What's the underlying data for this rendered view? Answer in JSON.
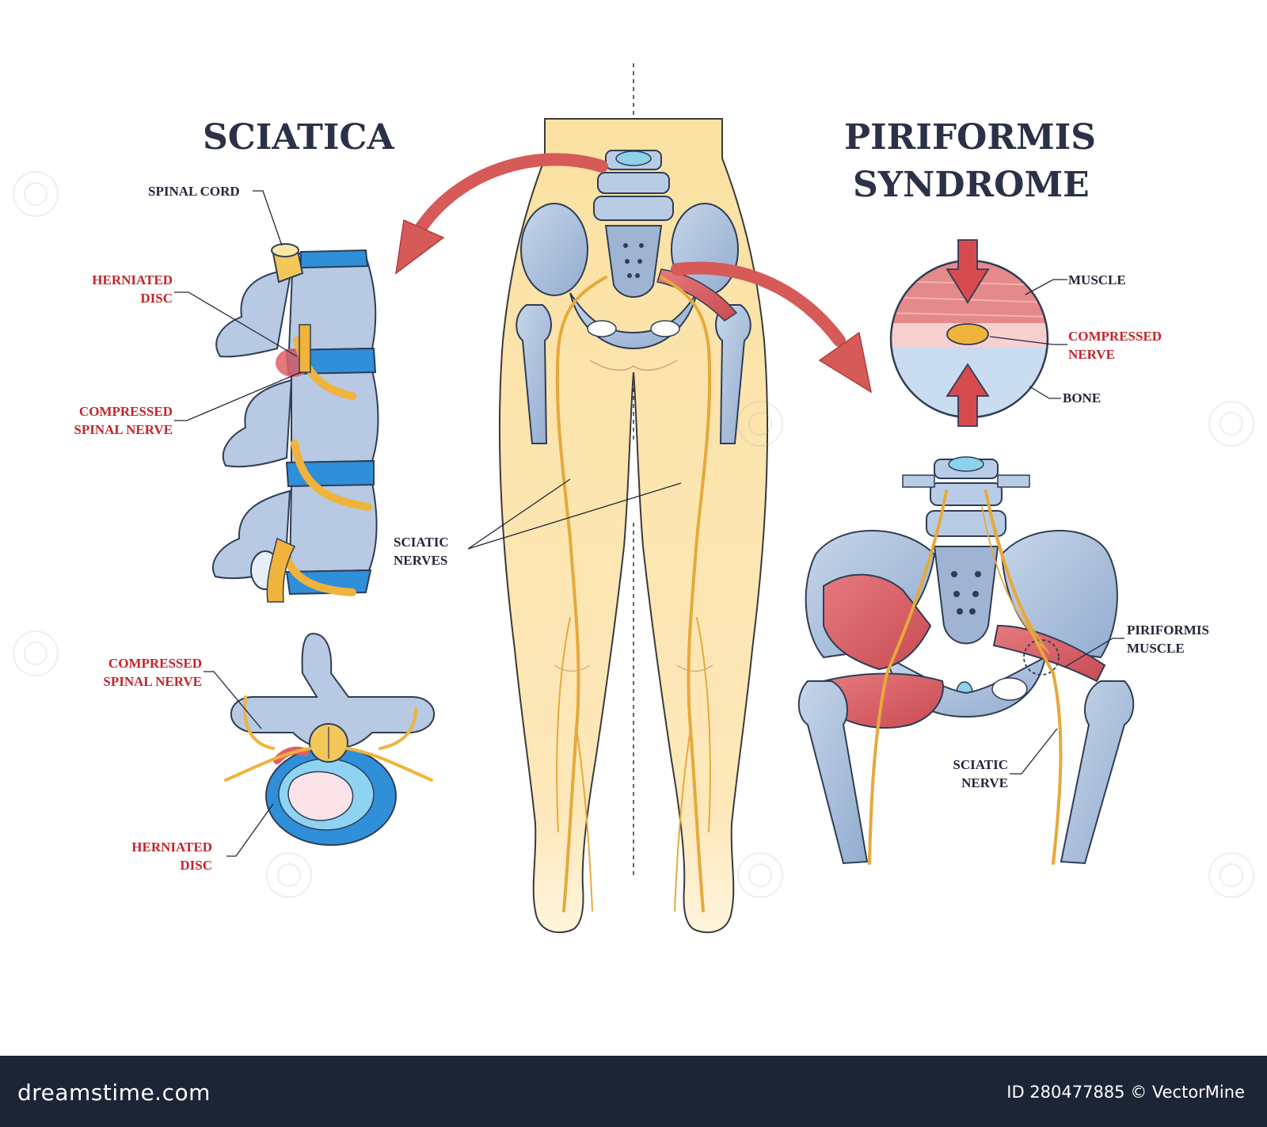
{
  "titles": {
    "left": "SCIATICA",
    "right_line1": "PIRIFORMIS",
    "right_line2": "SYNDROME"
  },
  "labels": {
    "spinal_cord": "SPINAL CORD",
    "herniated_disc_1": [
      "HERNIATED",
      "DISC"
    ],
    "compressed_spinal_nerve_1": [
      "COMPRESSED",
      "SPINAL NERVE"
    ],
    "sciatic_nerves": [
      "SCIATIC",
      "NERVES"
    ],
    "compressed_spinal_nerve_2": [
      "COMPRESSED",
      "SPINAL NERVE"
    ],
    "herniated_disc_2": [
      "HERNIATED",
      "DISC"
    ],
    "muscle": "MUSCLE",
    "compressed_nerve": [
      "COMPRESSED",
      "NERVE"
    ],
    "bone": "BONE",
    "piriformis_muscle": [
      "PIRIFORMIS",
      "MUSCLE"
    ],
    "sciatic_nerve": [
      "SCIATIC",
      "NERVE"
    ]
  },
  "footer": {
    "brand": "dreamstime.com",
    "id_text": "ID 280477885 © VectorMine"
  },
  "colors": {
    "title": "#2b3147",
    "label_red": "#c4242a",
    "label_dark": "#22263a",
    "skin": "#fbe3a6",
    "bone": "#a9bfdb",
    "bone_dark": "#6f87ad",
    "nerve": "#f0b33c",
    "muscle": "#d9646a",
    "disc": "#2f8fd8",
    "arrow": "#d55a58",
    "footer_bg": "#1c2535"
  }
}
